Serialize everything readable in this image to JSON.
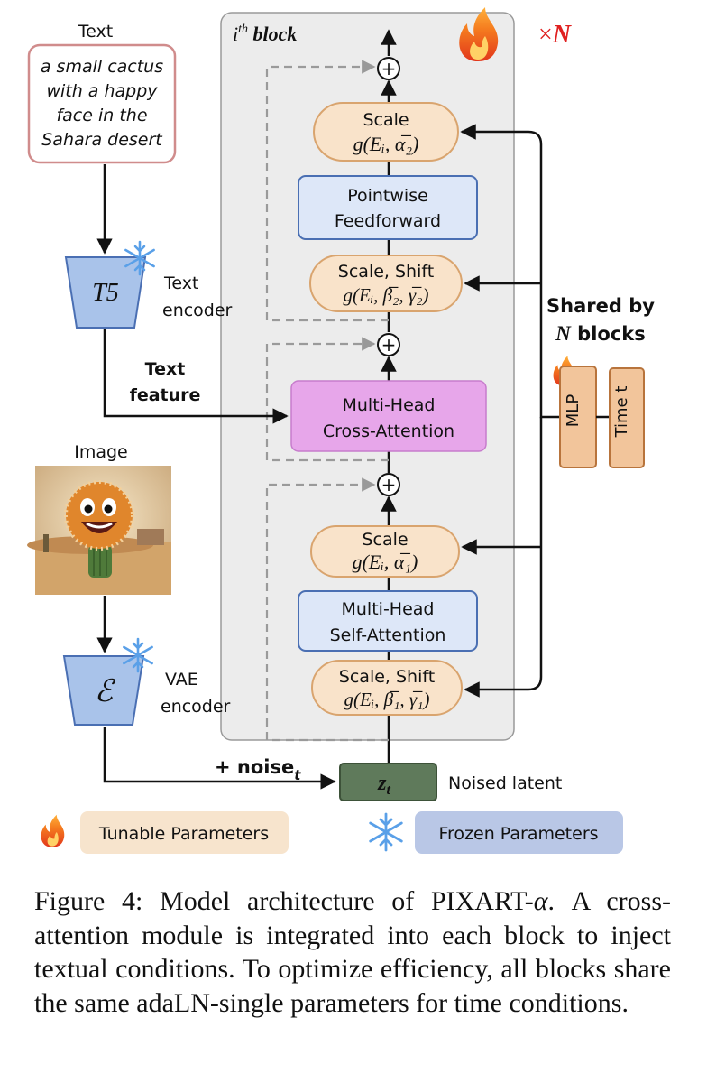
{
  "input_text": {
    "label": "Text",
    "prompt_lines": [
      "a small cactus",
      "with a happy",
      "face in the",
      "Sahara desert"
    ]
  },
  "text_encoder": {
    "symbol": "T5",
    "label_lines": [
      "Text",
      "encoder"
    ]
  },
  "text_feature": {
    "lines": [
      "Text",
      "feature"
    ]
  },
  "image": {
    "label": "Image"
  },
  "vae": {
    "symbol": "ℰ",
    "label_lines": [
      "VAE",
      "encoder"
    ]
  },
  "noise": {
    "prefix": "+ noise",
    "sub": "t"
  },
  "latent": {
    "symbol": "z",
    "sub": "t",
    "label": "Noised latent"
  },
  "block": {
    "title_i": "i",
    "title_sup": "th",
    "title_rest": " block",
    "repeat_x": "×",
    "repeat_n": "N",
    "modules": {
      "scale_top": {
        "line1": "Scale",
        "formula": "g(Eᵢ, α̅₂)"
      },
      "ffn": {
        "line1": "Pointwise",
        "line2": "Feedforward"
      },
      "scale_shift_2": {
        "line1": "Scale, Shift",
        "formula": "g(Eᵢ, β̅₂, γ̅₂)"
      },
      "cross_attn": {
        "line1": "Multi-Head",
        "line2": "Cross-Attention"
      },
      "scale_1": {
        "line1": "Scale",
        "formula": "g(Eᵢ, α̅₁)"
      },
      "self_attn": {
        "line1": "Multi-Head",
        "line2": "Self-Attention"
      },
      "scale_shift_1": {
        "line1": "Scale, Shift",
        "formula": "g(Eᵢ, β̅₁, γ̅₁)"
      }
    },
    "plus": "+"
  },
  "shared": {
    "line1": "Shared by",
    "line2_n": "N",
    "line2_rest": " blocks"
  },
  "mlp": {
    "label": "MLP"
  },
  "time": {
    "label": "Time t"
  },
  "legend": {
    "tunable": "Tunable Parameters",
    "frozen": "Frozen Parameters"
  },
  "colors": {
    "tunable_fill": "#f9e3ca",
    "tunable_stroke": "#d9a46e",
    "frozen_fill": "#dde7f8",
    "frozen_stroke": "#4a6fb3",
    "cross_fill": "#e7a6ea",
    "latent_fill": "#5f7a5b",
    "mlp_fill": "#f2c59b",
    "mlp_stroke": "#b8743c",
    "block_fill": "#ececec",
    "legend_tunable": "#f7e4cd",
    "legend_frozen": "#b9c7e6",
    "repeat_red": "#e02020",
    "encoder_fill": "#a9c3ea"
  },
  "caption": {
    "fig": "Figure 4:",
    "text_before": " Model architecture of ",
    "model_name": "PIXART-",
    "model_alpha": "α",
    "text_after": ".  A cross-attention module is integrated into each block to inject textual conditions. To optimize efficiency, all blocks share the same adaLN-single parameters for time conditions."
  }
}
